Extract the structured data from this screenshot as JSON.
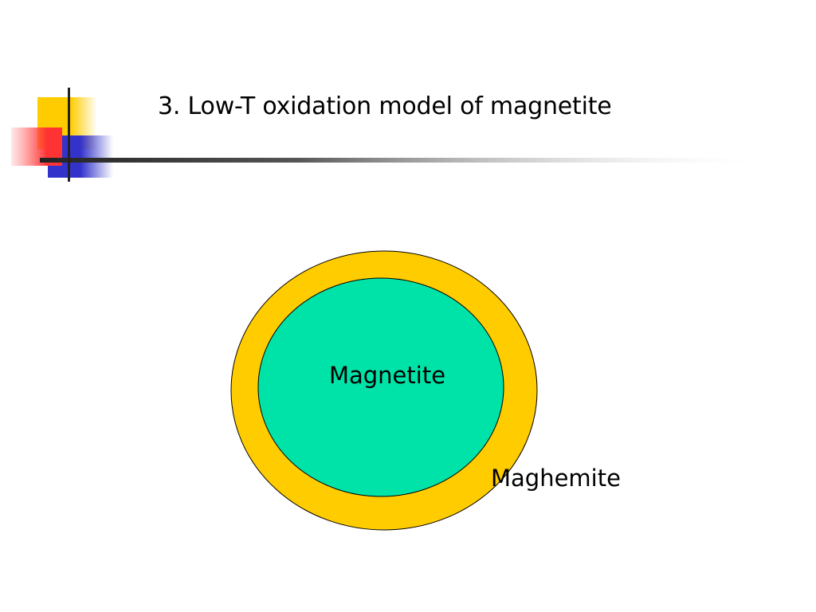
{
  "slide": {
    "title": "3. Low-T oxidation model of magnetite"
  },
  "diagram": {
    "core_label": "Magnetite",
    "shell_label": "Maghemite",
    "core_color": "#00E3A8",
    "shell_color": "#FFCC00"
  },
  "theme": {
    "yellow": "#FFCC00",
    "red": "#FF3333",
    "blue": "#3333CC",
    "rule_color": "#333333"
  }
}
